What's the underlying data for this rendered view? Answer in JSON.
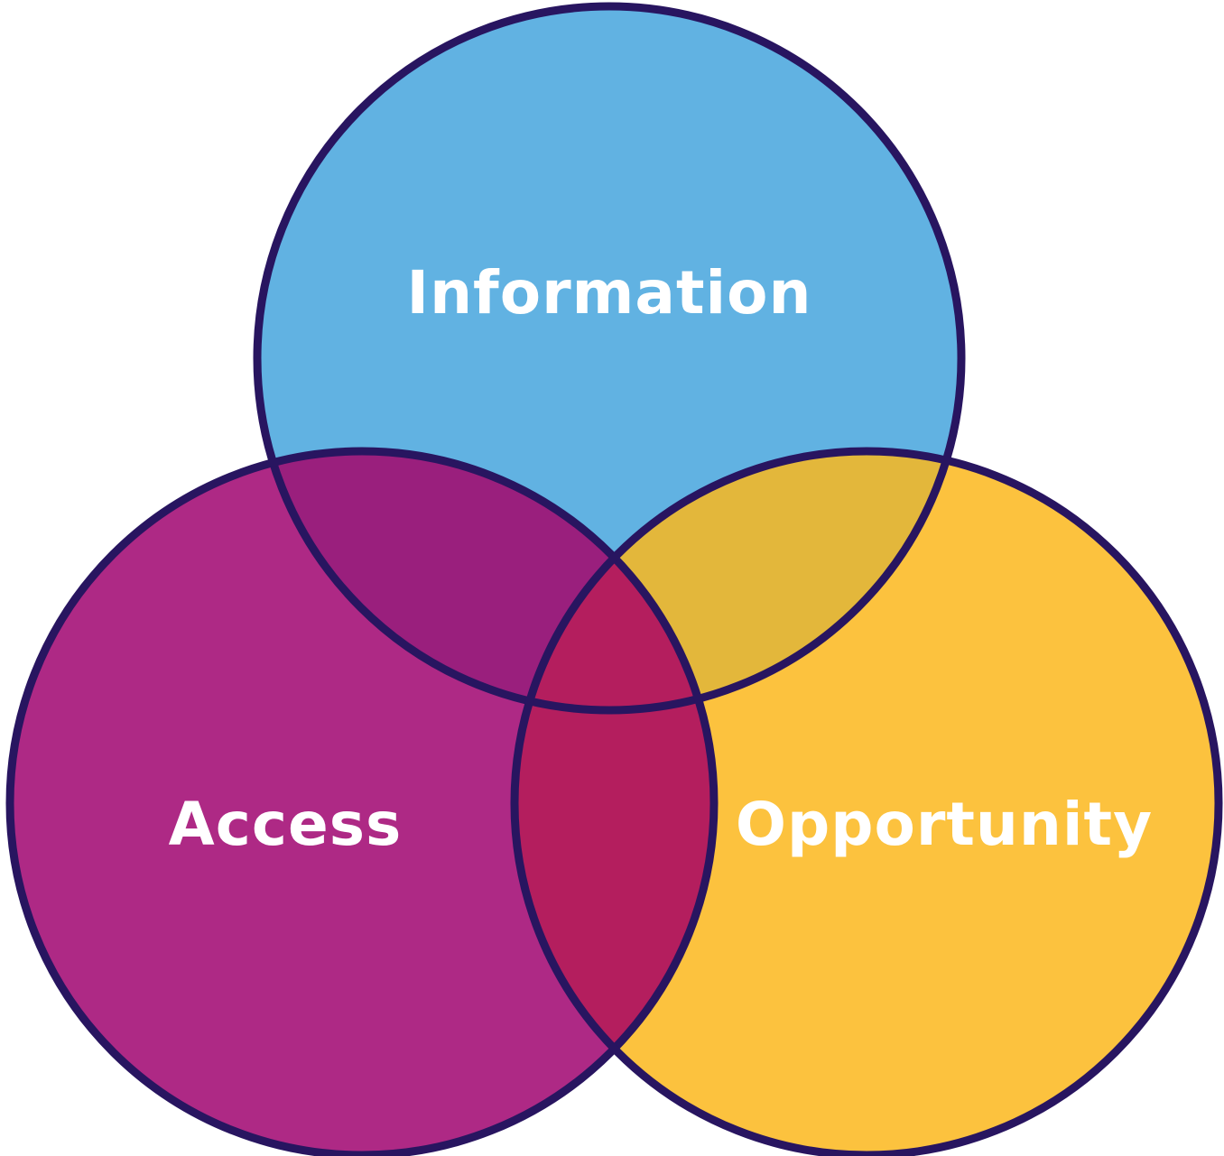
{
  "diagram": {
    "type": "venn",
    "background": "#ffffff",
    "outline_color": "#281560",
    "label_color": "#ffffff",
    "sets": [
      {
        "id": "information",
        "label": "Information",
        "color": "#61B2E2"
      },
      {
        "id": "access",
        "label": "Access",
        "color": "#AE2985"
      },
      {
        "id": "opportunity",
        "label": "Opportunity",
        "color": "#FCC23E"
      }
    ],
    "overlaps": [
      {
        "between": "information+access",
        "color": "#9A1F7D"
      },
      {
        "between": "information+opportunity",
        "color": "#E3B73B"
      },
      {
        "between": "access+opportunity",
        "color": "#B41E5E"
      },
      {
        "between": "information+access+opportunity",
        "color": "#B41E5E"
      }
    ]
  }
}
